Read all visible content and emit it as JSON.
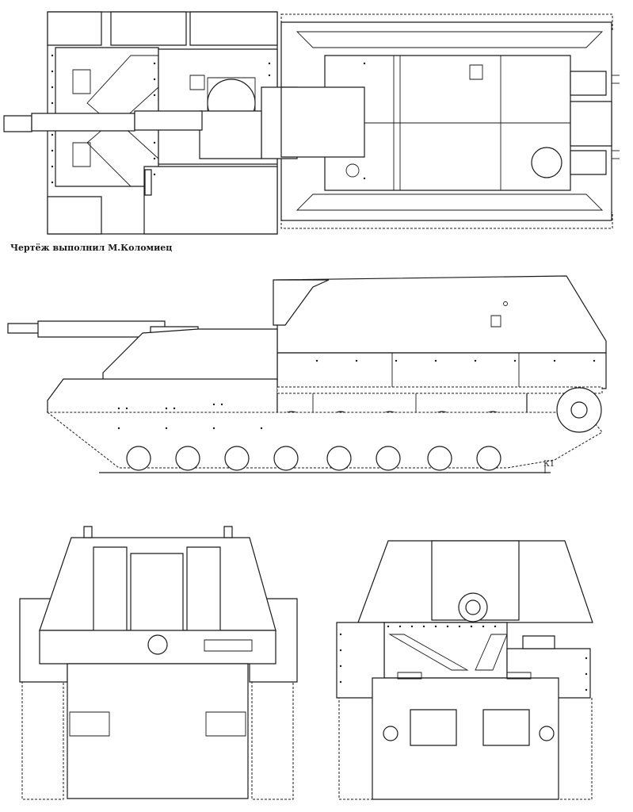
{
  "credit": "Чертёж выполнил М.Коломиец",
  "ref_mark": "К1",
  "views": {
    "top": "top-view",
    "side": "side-view",
    "front": "front-view",
    "rear": "rear-view"
  },
  "colors": {
    "line": "#1a1a1a",
    "paper": "#ffffff"
  }
}
